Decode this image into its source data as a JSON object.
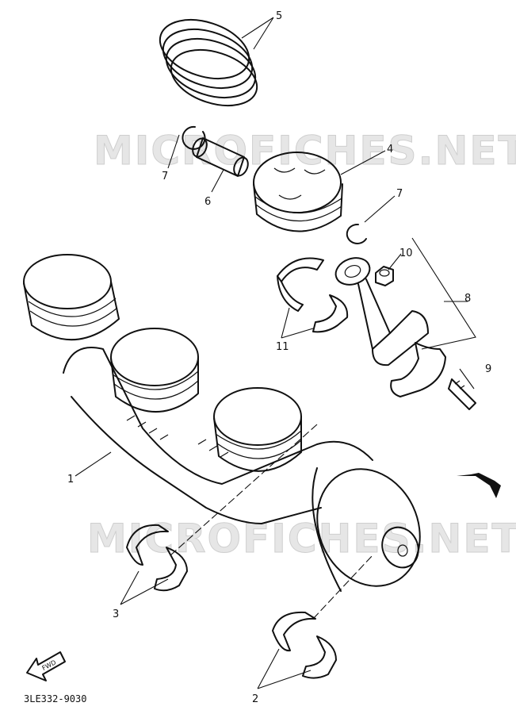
{
  "watermark": "MICROFICHES.NET",
  "callouts": {
    "c1": "1",
    "c2": "2",
    "c3": "3",
    "c4": "4",
    "c5": "5",
    "c6": "6",
    "c7a": "7",
    "c7b": "7",
    "c8": "8",
    "c9": "9",
    "c10": "10",
    "c11": "11"
  },
  "fwd_label": "FWD",
  "diagram_code": "3LE332-9030"
}
